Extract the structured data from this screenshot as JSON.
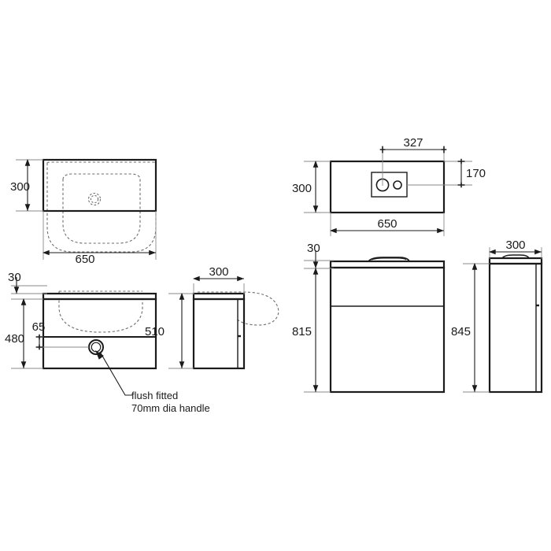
{
  "drawing": {
    "title": "Wall hung vanity unit and basin - orthographic dimension drawing",
    "units": "mm",
    "line_color": "#1b1b1b",
    "thin_line_color": "#8a8a8a",
    "hidden_line_color": "#6e6e6e",
    "background": "#ffffff"
  },
  "views": {
    "basin_plan": {
      "name": "basin-plan-view",
      "dimensions": {
        "depth": "300",
        "width": "650"
      }
    },
    "front_elevation": {
      "name": "front-elevation-view",
      "dimensions": {
        "top_overhang": "30",
        "drawer_offset": "65",
        "cabinet_height": "480"
      },
      "callout": {
        "line1": "flush fitted",
        "line2": "70mm dia handle"
      }
    },
    "side_elevation": {
      "name": "side-elevation-view",
      "dimensions": {
        "depth": "300",
        "height": "510"
      }
    },
    "wc_unit_plan": {
      "name": "wc-unit-plan-view",
      "dimensions": {
        "button_centre": "327",
        "depth": "300",
        "button_offset": "170",
        "width": "650"
      }
    },
    "wc_front_elevation": {
      "name": "wc-front-elevation-view",
      "dimensions": {
        "top_overhang": "30",
        "height": "815"
      }
    },
    "wc_side_elevation": {
      "name": "wc-side-elevation-view",
      "dimensions": {
        "depth": "300",
        "height": "845"
      }
    }
  }
}
